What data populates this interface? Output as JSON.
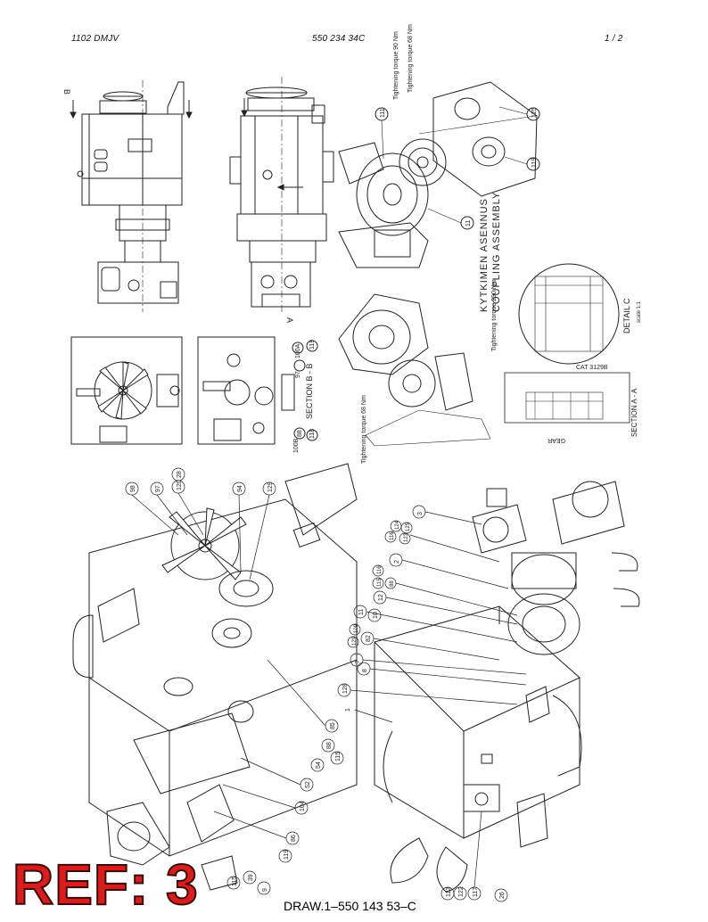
{
  "header": {
    "left": "1102 DMJV",
    "center": "550 234 34C",
    "page": "1 /  2"
  },
  "annotations": {
    "tightening_top": "Tightening torque 90 Nm",
    "tightening_top2": "Tightening torque 68 Nm",
    "tightening_mid": "Tightening torque 290 Nm",
    "tightening_low": "Tightening torque 68 Nm",
    "coupling_fi": "KYTKIMEN ASENNUS",
    "coupling_en": "COUPLING ASSEMBLY",
    "detail_c": "DETAIL C",
    "detail_c_scale": "scale 1:1",
    "cat_label": "CAT 3129B",
    "section_aa": "SECTION A - A",
    "gear_label": "GEAR",
    "section_bb": "SECTION B - B",
    "view_b": "B",
    "view_a": "A"
  },
  "callouts": {
    "top": [
      "111",
      "125",
      "119",
      "11"
    ],
    "section_b": [
      "100A",
      "97",
      "119",
      "88",
      "118",
      "100B"
    ],
    "lower_left": [
      "98",
      "97",
      "120",
      "28",
      "94",
      "129",
      "85",
      "52",
      "88",
      "115",
      "54",
      "104",
      "86",
      "119",
      "39",
      "115",
      "9"
    ],
    "lower_right": [
      "3",
      "124",
      "125",
      "123",
      "116",
      "2",
      "116",
      "115",
      "88",
      "12",
      "11",
      "10",
      "109",
      "129",
      "82",
      "7",
      "8",
      "128",
      "1",
      "113",
      "122",
      "117",
      "26"
    ]
  },
  "stamp": {
    "ref": "REF: 3"
  },
  "footer": {
    "drawing_number": "DRAW.1–550 143 53–C"
  }
}
